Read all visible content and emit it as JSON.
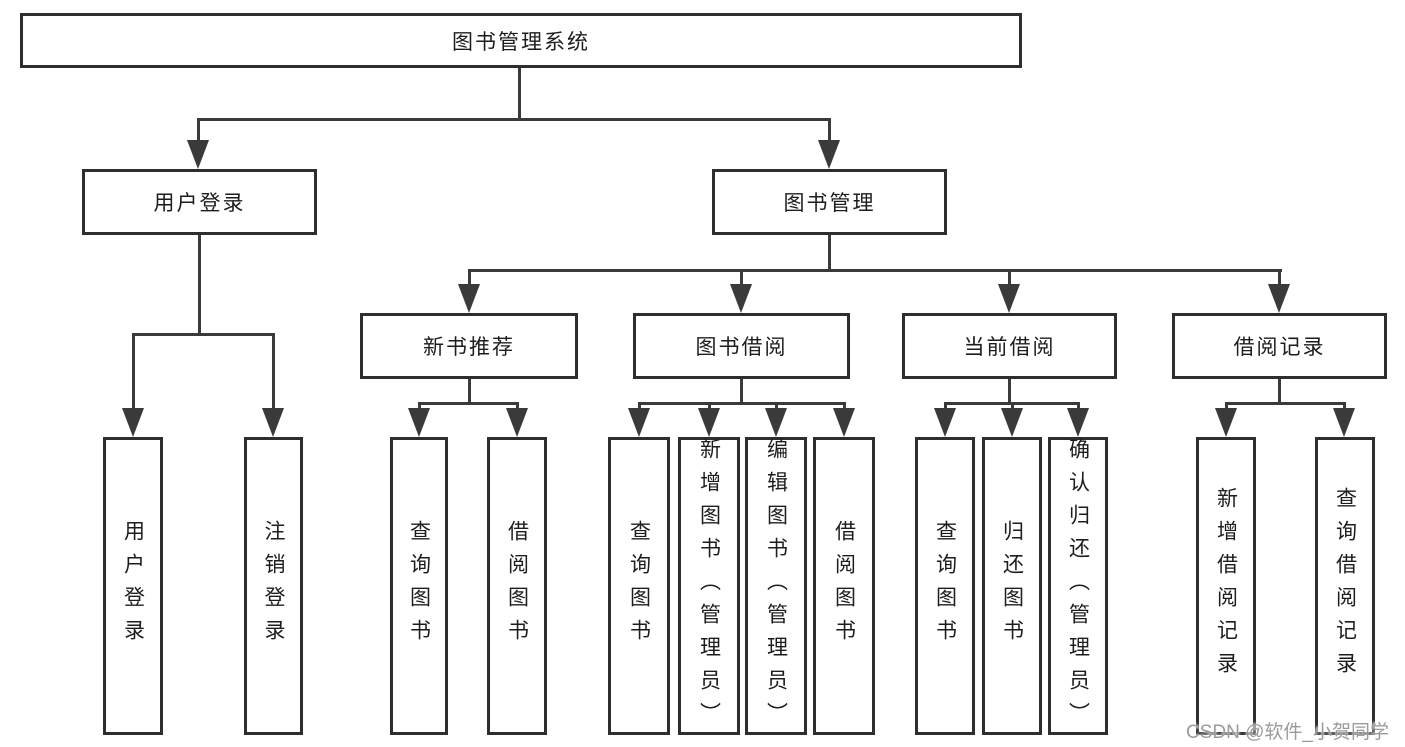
{
  "diagram": {
    "root": "图书管理系统",
    "level2": {
      "user_login": "用户登录",
      "book_mgmt": "图书管理"
    },
    "level3": {
      "new_books": "新书推荐",
      "book_borrow": "图书借阅",
      "current_borrow": "当前借阅",
      "borrow_records": "借阅记录"
    },
    "leaves": {
      "user_login_children": [
        "用户登录",
        "注销登录"
      ],
      "new_books_children": [
        "查询图书",
        "借阅图书"
      ],
      "book_borrow_children": [
        "查询图书",
        "新增图书（管理员）",
        "编辑图书（管理员）",
        "借阅图书"
      ],
      "current_borrow_children": [
        "查询图书",
        "归还图书",
        "确认归还（管理员）"
      ],
      "borrow_records_children": [
        "新增借阅记录",
        "查询借阅记录"
      ]
    }
  },
  "watermark": "CSDN @软件_小贺同学",
  "colors": {
    "line": "#3a3a3a",
    "box_border": "#2e2e2e",
    "text": "#1d1d1d",
    "watermark": "#9b9b9b",
    "background": "#ffffff"
  }
}
